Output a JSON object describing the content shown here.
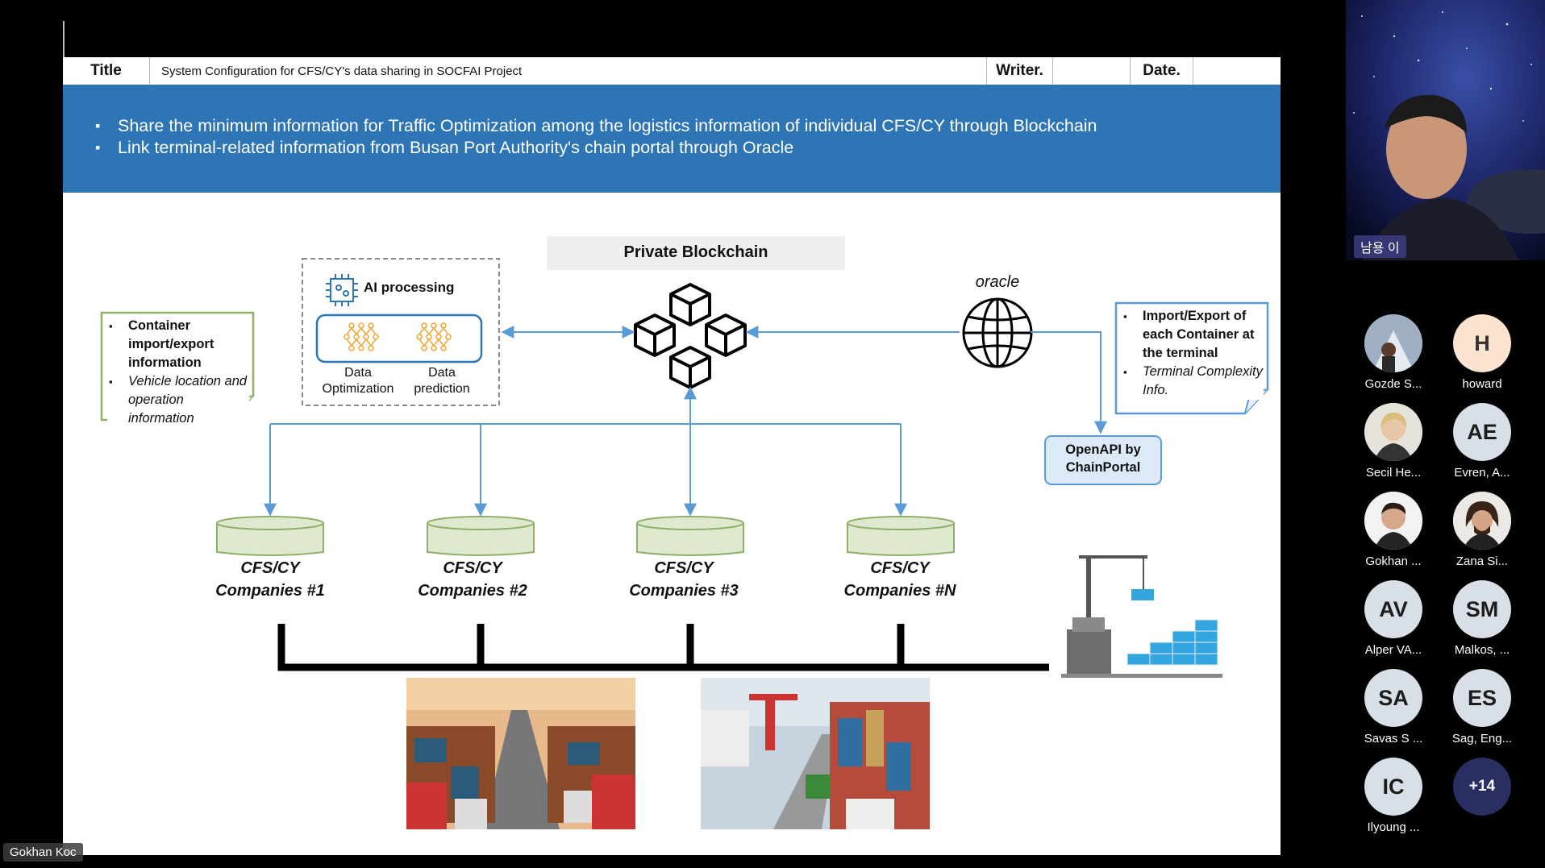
{
  "slide": {
    "header": {
      "title_label": "Title",
      "title_value": "System Configuration for CFS/CY's data sharing in SOCFAI Project",
      "writer_label": "Writer.",
      "writer_value": "",
      "date_label": "Date.",
      "date_value": ""
    },
    "banner_bullets": [
      "Share the minimum information for Traffic Optimization among the logistics information of individual CFS/CY through Blockchain",
      "Link terminal-related information from Busan Port Authority's chain portal through Oracle"
    ],
    "left_note": {
      "bullet1": "Container import/export information",
      "bullet2": "Vehicle location and operation information"
    },
    "ai_box": {
      "title": "AI processing",
      "item1": "Data Optimization",
      "item2": "Data prediction"
    },
    "blockchain_title": "Private Blockchain",
    "oracle_label": "oracle",
    "right_note": {
      "bullet1": "Import/Export of each Container at the terminal",
      "bullet2": "Terminal Complexity Info."
    },
    "openapi_label": "OpenAPI by ChainPortal",
    "companies": [
      {
        "line1": "CFS/CY",
        "line2": "Companies #1"
      },
      {
        "line1": "CFS/CY",
        "line2": "Companies #2"
      },
      {
        "line1": "CFS/CY",
        "line2": "Companies #3"
      },
      {
        "line1": "CFS/CY",
        "line2": "Companies #N"
      }
    ],
    "colors": {
      "banner": "#2e75b6",
      "arrow": "#5b9bd5",
      "db_fill": "#dfe9cf",
      "db_stroke": "#8fb069"
    }
  },
  "speaker": {
    "name": "남용 이"
  },
  "participants": [
    {
      "initials": "",
      "name": "Gozde S...",
      "type": "photo"
    },
    {
      "initials": "H",
      "name": "howard",
      "type": "initials"
    },
    {
      "initials": "",
      "name": "Secil He...",
      "type": "photo"
    },
    {
      "initials": "AE",
      "name": "Evren, A...",
      "type": "initials"
    },
    {
      "initials": "",
      "name": "Gokhan ...",
      "type": "photo"
    },
    {
      "initials": "",
      "name": "Zana Si...",
      "type": "photo"
    },
    {
      "initials": "AV",
      "name": "Alper VA...",
      "type": "initials"
    },
    {
      "initials": "SM",
      "name": "Malkos, ...",
      "type": "initials"
    },
    {
      "initials": "SA",
      "name": "Savas S ...",
      "type": "initials"
    },
    {
      "initials": "ES",
      "name": "Sag, Eng...",
      "type": "initials"
    },
    {
      "initials": "IC",
      "name": "Ilyoung ...",
      "type": "initials"
    },
    {
      "initials": "+14",
      "name": "",
      "type": "more"
    }
  ],
  "presenter_name": "Gokhan Koc"
}
